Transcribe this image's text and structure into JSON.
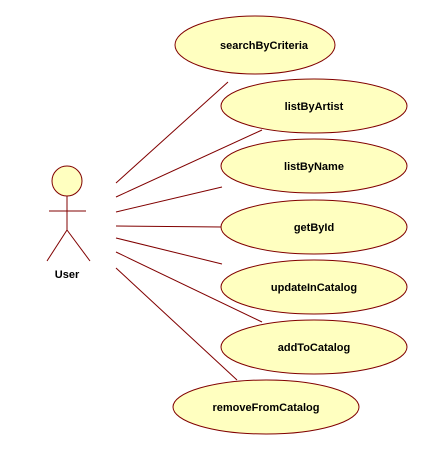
{
  "actor": {
    "name": "User"
  },
  "use_cases": [
    {
      "label": "searchByCriteria"
    },
    {
      "label": "listByArtist"
    },
    {
      "label": "listByName"
    },
    {
      "label": "getById"
    },
    {
      "label": "updateInCatalog"
    },
    {
      "label": "addToCatalog"
    },
    {
      "label": "removeFromCatalog"
    }
  ],
  "colors": {
    "ellipse_fill": "#FFFFC0",
    "stroke": "#800000",
    "text": "#000000",
    "background": "#FFFFFF"
  }
}
